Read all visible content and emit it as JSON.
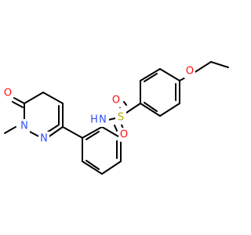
{
  "molecule": {
    "atoms": {
      "o_ether": {
        "text": "O",
        "color": "#ff0d0d"
      },
      "o_sulfonyl_top": {
        "text": "O",
        "color": "#ff0d0d"
      },
      "o_sulfonyl_bottom": {
        "text": "O",
        "color": "#ff0d0d"
      },
      "s_sulfonyl": {
        "text": "S",
        "color": "#b8a800"
      },
      "n_amide": {
        "text": "N",
        "color": "#3050f8"
      },
      "h_amide": {
        "text": "H",
        "color": "#3050f8"
      },
      "o_carbonyl": {
        "text": "O",
        "color": "#ff0d0d"
      },
      "n_ring_1": {
        "text": "N",
        "color": "#3050f8"
      },
      "n_ring_2": {
        "text": "N",
        "color": "#3050f8"
      }
    },
    "bond_color": "#000000"
  }
}
